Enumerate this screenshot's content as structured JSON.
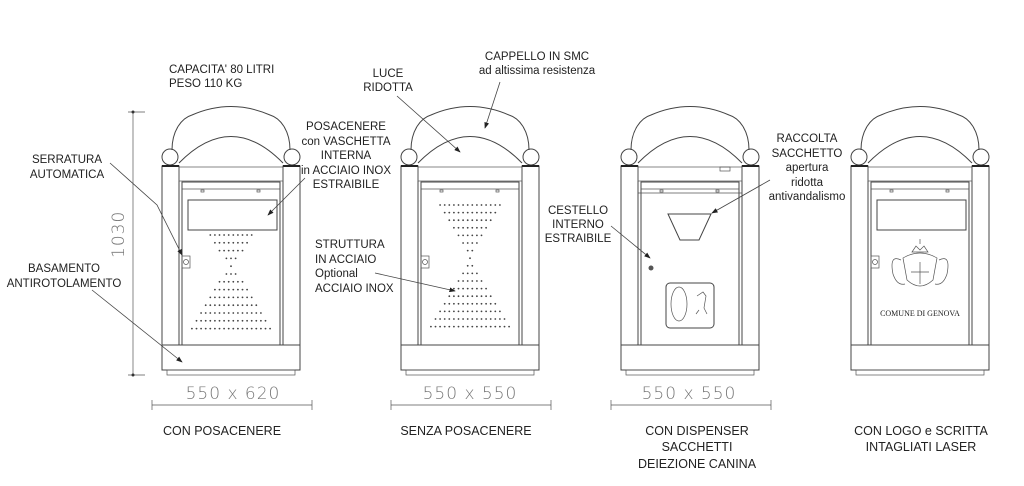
{
  "notes": {
    "capacity": "CAPACITA' 80 LITRI",
    "weight": "PESO 110 KG",
    "height_dim": "1030"
  },
  "bins": [
    {
      "caption": [
        "CON POSACENERE"
      ],
      "dimension": "550 x 620",
      "variant": "ashtray"
    },
    {
      "caption": [
        "SENZA POSACENERE"
      ],
      "dimension": "550 x 550",
      "variant": "plain"
    },
    {
      "caption": [
        "CON DISPENSER",
        "SACCHETTI",
        "DEIEZIONE CANINA"
      ],
      "dimension": "550 x 550",
      "variant": "dispenser"
    },
    {
      "caption": [
        "CON LOGO e SCRITTA",
        "INTAGLIATI LASER"
      ],
      "dimension": "",
      "variant": "logo",
      "logo_text": "COMUNE DI GENOVA"
    }
  ],
  "callouts": {
    "serratura": [
      "SERRATURA",
      "AUTOMATICA"
    ],
    "basamento": [
      "BASAMENTO",
      "ANTIROTOLAMENTO"
    ],
    "posacenere": [
      "POSACENERE",
      "con VASCHETTA",
      "INTERNA",
      "in ACCIAIO INOX",
      "ESTRAIBILE"
    ],
    "luce": [
      "LUCE",
      "RIDOTTA"
    ],
    "cappello": [
      "CAPPELLO IN SMC",
      "ad altissima resistenza"
    ],
    "struttura": [
      "STRUTTURA",
      "IN ACCIAIO",
      "Optional",
      "ACCIAIO INOX"
    ],
    "cestello": [
      "CESTELLO",
      "INTERNO",
      "ESTRAIBILE"
    ],
    "raccolta": [
      "RACCOLTA",
      "SACCHETTO",
      "apertura",
      "ridotta",
      "antivandalismo"
    ]
  }
}
